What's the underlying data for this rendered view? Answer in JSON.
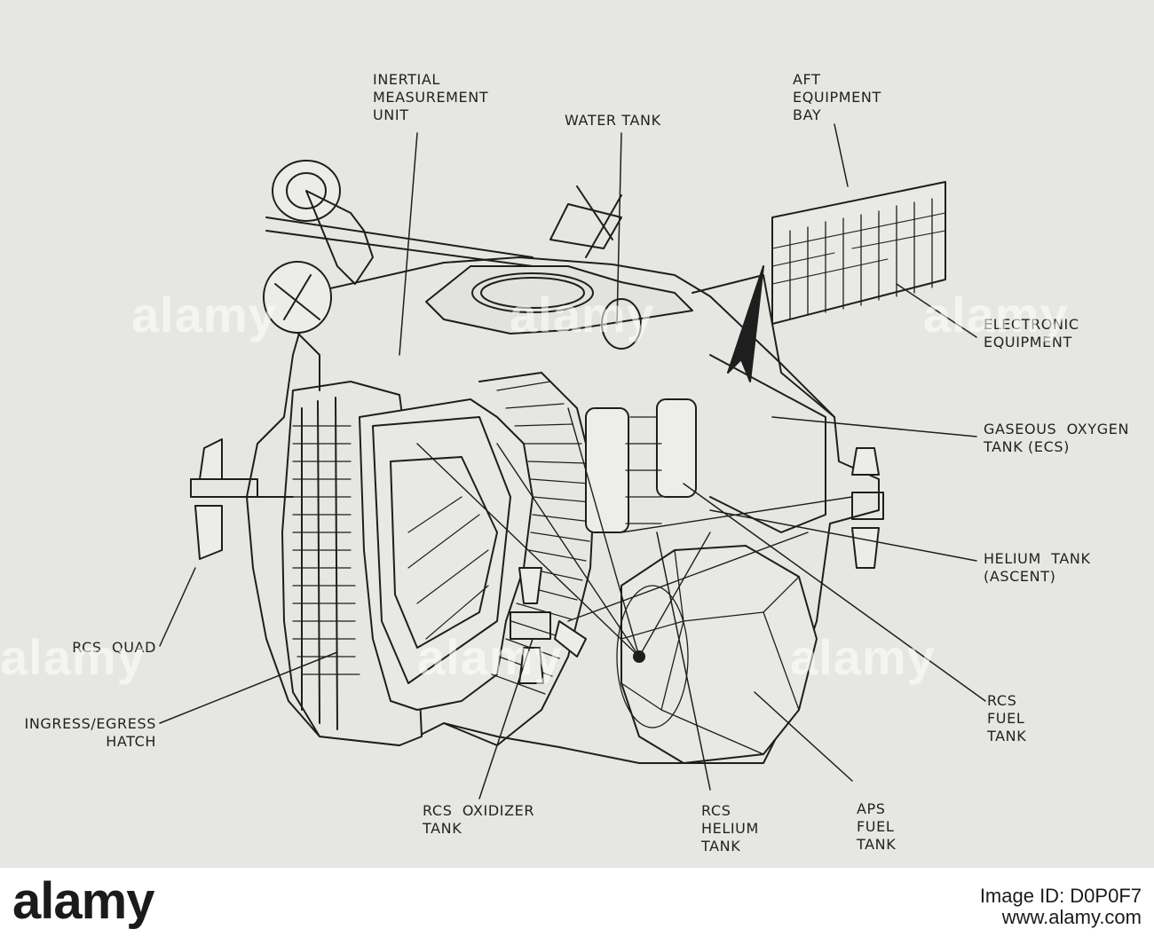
{
  "labels": {
    "imu": [
      "INERTIAL",
      "MEASUREMENT",
      "UNIT"
    ],
    "water_tank": "WATER TANK",
    "aft_bay": [
      "AFT",
      "EQUIPMENT",
      "BAY"
    ],
    "electronic": [
      "ELECTRONIC",
      "EQUIPMENT"
    ],
    "gox": [
      "GASEOUS  OXYGEN",
      "TANK (ECS)"
    ],
    "helium_ascent": [
      "HELIUM  TANK",
      "(ASCENT)"
    ],
    "rcs_fuel": [
      "RCS",
      "FUEL",
      "TANK"
    ],
    "aps_fuel": [
      "APS",
      "FUEL",
      "TANK"
    ],
    "rcs_helium": [
      "RCS",
      "HELIUM",
      "TANK"
    ],
    "rcs_oxidizer": [
      "RCS  OXIDIZER",
      "TANK"
    ],
    "hatch": [
      "INGRESS/EGRESS",
      "HATCH"
    ],
    "rcs_quad": "RCS  QUAD"
  },
  "watermark": "alamy",
  "footer": {
    "brand": "alamy",
    "image_id": [
      "Image ID: D0P0F7",
      "www.alamy.com"
    ]
  }
}
